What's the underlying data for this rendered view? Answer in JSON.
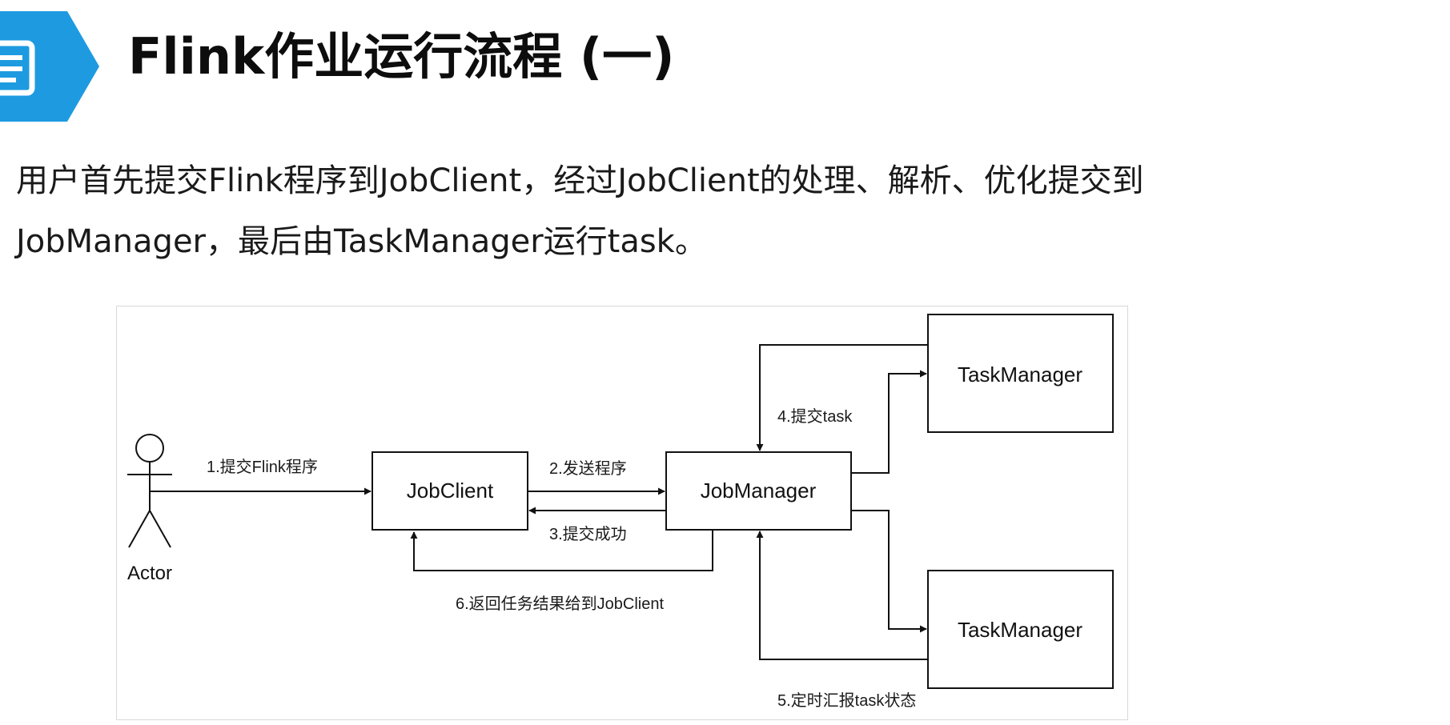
{
  "header": {
    "title": "Flink作业运行流程 (一)",
    "badge_icon": "document-icon",
    "accent_color": "#1e9be0"
  },
  "intro": {
    "line1": "用户首先提交Flink程序到JobClient，经过JobClient的处理、解析、优化提交到",
    "line2": "JobManager，最后由TaskManager运行task。"
  },
  "diagram": {
    "actor": "Actor",
    "nodes": {
      "job_client": "JobClient",
      "job_manager": "JobManager",
      "task_manager_top": "TaskManager",
      "task_manager_bottom": "TaskManager"
    },
    "edges": {
      "e1": "1.提交Flink程序",
      "e2": "2.发送程序",
      "e3": "3.提交成功",
      "e4": "4.提交task",
      "e5": "5.定时汇报task状态",
      "e6": "6.返回任务结果给到JobClient"
    }
  }
}
